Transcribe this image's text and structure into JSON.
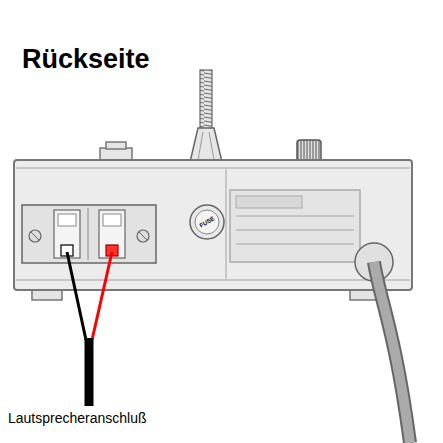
{
  "diagram": {
    "title": "Rückseite",
    "labels": [
      "FUSE",
      "Lautsprecheranschluß"
    ]
  }
}
